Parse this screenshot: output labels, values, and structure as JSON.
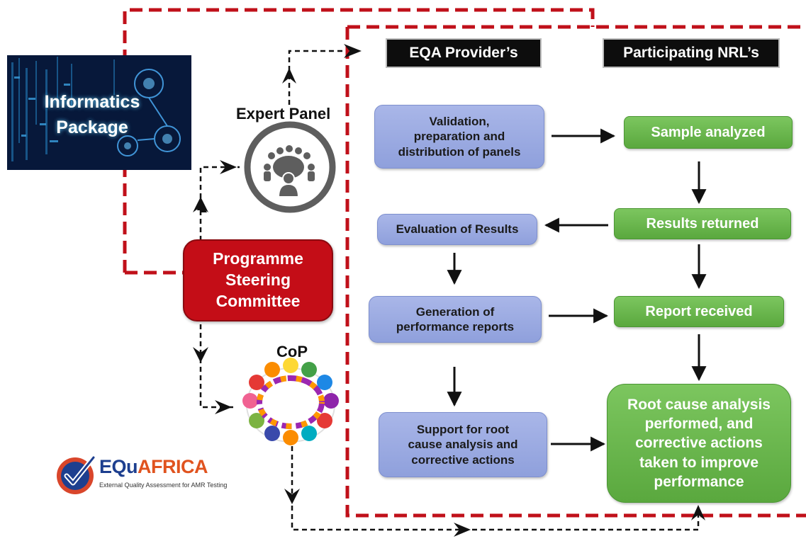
{
  "headers": {
    "eqa": "EQA Provider’s",
    "nrl": "Participating NRL’s"
  },
  "informatics": {
    "line1": "Informatics",
    "line2": "Package"
  },
  "expert_panel": "Expert Panel",
  "cop": "CoP",
  "steering": [
    "Programme",
    "Steering",
    "Committee"
  ],
  "provider_steps": {
    "validation": [
      "Validation,",
      "preparation and",
      "distribution of panels"
    ],
    "evaluation": [
      "Evaluation of Results"
    ],
    "generation": [
      "Generation of",
      "performance reports"
    ],
    "support": [
      "Support for root",
      "cause analysis and",
      "corrective actions"
    ]
  },
  "nrl_steps": {
    "sample": [
      "Sample analyzed"
    ],
    "returned": [
      "Results returned"
    ],
    "report": [
      "Report received"
    ],
    "root": [
      "Root cause analysis",
      "performed, and",
      "corrective actions",
      "taken to improve",
      "performance"
    ]
  },
  "logo": {
    "name_eq": "EQu",
    "name_africa": "AFRICA",
    "tagline": "External Quality Assessment for AMR Testing"
  },
  "colors": {
    "dashed_border": "#c0101a",
    "committee": "#c40d17",
    "provider_box": "#9aa9e0",
    "nrl_box": "#66b447",
    "header_bg": "#0d0d0d"
  },
  "icons": {
    "expert_panel": "meeting-table-icon",
    "cop": "community-circle-icon",
    "logo": "checkmark-badge-icon"
  }
}
